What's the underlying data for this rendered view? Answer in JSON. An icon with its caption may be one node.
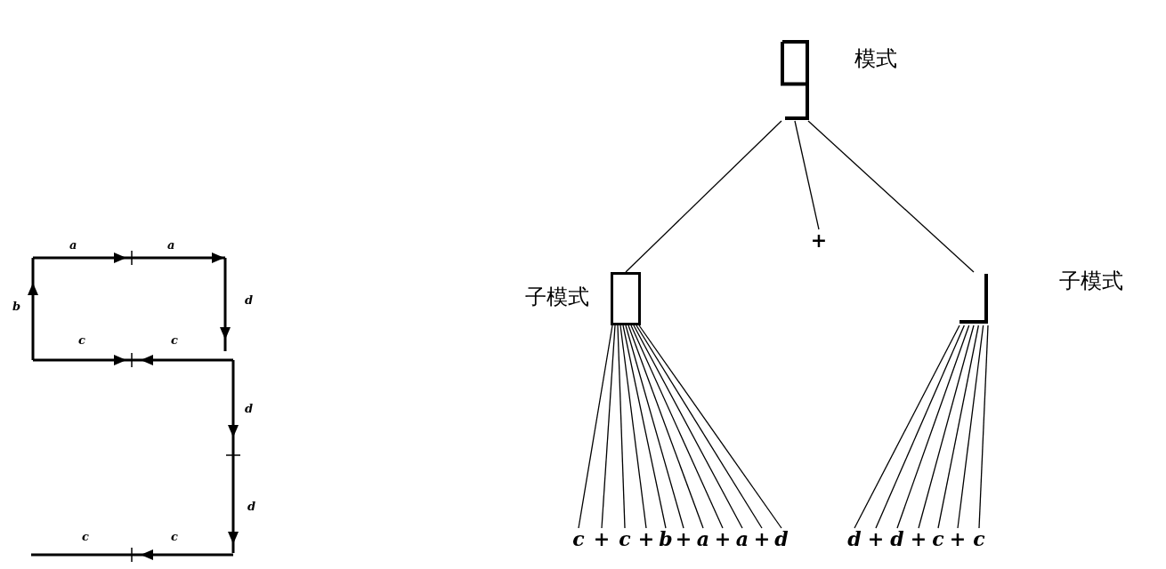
{
  "diagram": {
    "nodes": [
      {
        "text": [],
        "shape": "picture",
        "beside": [
          "模式"
        ]
      },
      {
        "text": [],
        "shape": "box",
        "beside": [
          "子模式"
        ]
      },
      {
        "text": [
          "+"
        ]
      },
      {
        "text": [],
        "shape": "picture",
        "beside": [
          "子模式"
        ]
      },
      {
        "text": [
          "c"
        ]
      },
      {
        "text": [
          "+"
        ]
      },
      {
        "text": [
          "c"
        ]
      },
      {
        "text": [
          "+"
        ]
      },
      {
        "text": [
          "b"
        ]
      },
      {
        "text": [
          "+"
        ]
      },
      {
        "text": [
          "a"
        ]
      },
      {
        "text": [
          "+"
        ]
      },
      {
        "text": [
          "a"
        ]
      },
      {
        "text": [
          "+"
        ]
      },
      {
        "text": [
          "d"
        ]
      },
      {
        "text": [
          "d"
        ]
      },
      {
        "text": [
          "+"
        ]
      },
      {
        "text": [
          "d"
        ]
      },
      {
        "text": [
          "+"
        ]
      },
      {
        "text": [
          "c"
        ]
      },
      {
        "text": [
          "+"
        ]
      },
      {
        "text": [
          "c"
        ]
      }
    ],
    "edges": [
      {
        "from": 0,
        "to": 1,
        "arrow": "none"
      },
      {
        "from": 0,
        "to": 2,
        "arrow": "none"
      },
      {
        "from": 0,
        "to": 3,
        "arrow": "none"
      },
      {
        "from": 1,
        "to": 4,
        "arrow": "none"
      },
      {
        "from": 1,
        "to": 5,
        "arrow": "none"
      },
      {
        "from": 1,
        "to": 6,
        "arrow": "none"
      },
      {
        "from": 1,
        "to": 7,
        "arrow": "none"
      },
      {
        "from": 1,
        "to": 8,
        "arrow": "none"
      },
      {
        "from": 1,
        "to": 9,
        "arrow": "none"
      },
      {
        "from": 1,
        "to": 10,
        "arrow": "none"
      },
      {
        "from": 1,
        "to": 11,
        "arrow": "none"
      },
      {
        "from": 1,
        "to": 12,
        "arrow": "none"
      },
      {
        "from": 1,
        "to": 13,
        "arrow": "none"
      },
      {
        "from": 1,
        "to": 14,
        "arrow": "none"
      },
      {
        "from": 3,
        "to": 15,
        "arrow": "none"
      },
      {
        "from": 3,
        "to": 16,
        "arrow": "none"
      },
      {
        "from": 3,
        "to": 17,
        "arrow": "none"
      },
      {
        "from": 3,
        "to": 18,
        "arrow": "none"
      },
      {
        "from": 3,
        "to": 19,
        "arrow": "none"
      },
      {
        "from": 3,
        "to": 20,
        "arrow": "none"
      },
      {
        "from": 3,
        "to": 21,
        "arrow": "none"
      }
    ],
    "labels": [
      "a",
      "a",
      "b",
      "d",
      "c",
      "c",
      "d",
      "d",
      "c",
      "c"
    ]
  }
}
